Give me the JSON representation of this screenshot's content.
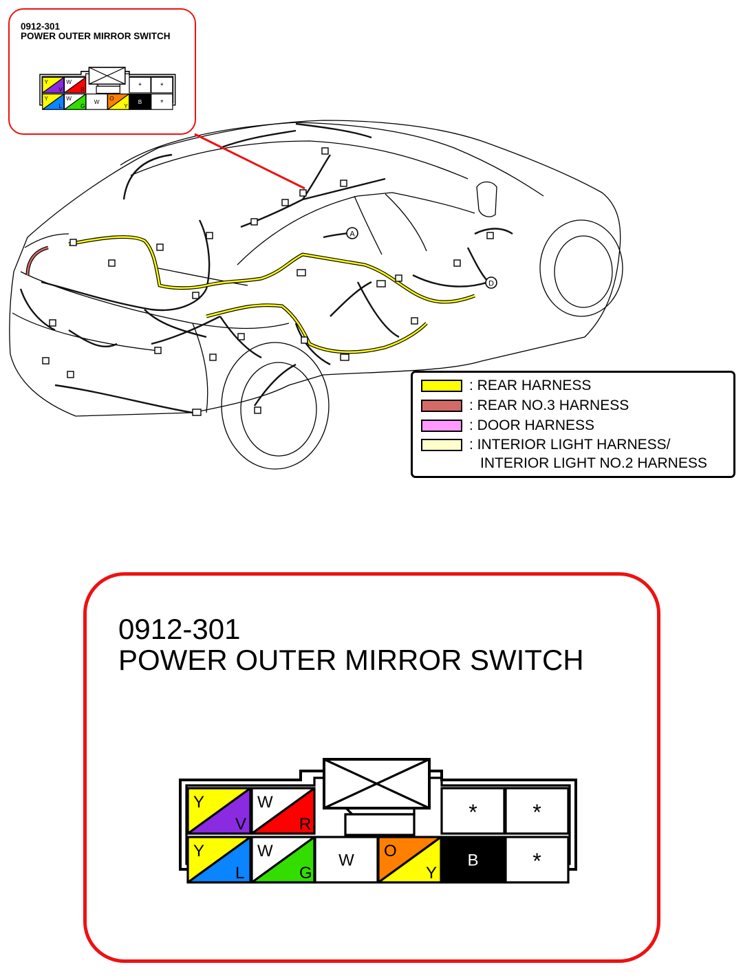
{
  "callout": {
    "code": "0912-301",
    "name": "POWER OUTER MIRROR SWITCH"
  },
  "legend": {
    "items": [
      {
        "label": ": REAR HARNESS",
        "color": "#ffff00"
      },
      {
        "label": ": REAR NO.3 HARNESS",
        "color": "#d46a66"
      },
      {
        "label": ": DOOR HARNESS",
        "color": "#ff99ff"
      },
      {
        "label": ": INTERIOR LIGHT HARNESS/",
        "color": "#ffffcc"
      }
    ],
    "continuation": "INTERIOR LIGHT NO.2 HARNESS"
  },
  "markers": {
    "a": "A",
    "d": "D"
  },
  "connector": {
    "top_row": [
      {
        "type": "split",
        "top": "Y",
        "top_color": "#ffff00",
        "bottom": "V",
        "bottom_color": "#8a2be2"
      },
      {
        "type": "split",
        "top": "W",
        "top_color": "#ffffff",
        "bottom": "R",
        "bottom_color": "#ff0000"
      },
      {
        "type": "star",
        "label": "*"
      },
      {
        "type": "star",
        "label": "*"
      }
    ],
    "bottom_row": [
      {
        "type": "split",
        "top": "Y",
        "top_color": "#ffff00",
        "bottom": "L",
        "bottom_color": "#0a84ff"
      },
      {
        "type": "split",
        "top": "W",
        "top_color": "#ffffff",
        "bottom": "G",
        "bottom_color": "#33dd00"
      },
      {
        "type": "solid",
        "label": "W",
        "color": "#ffffff"
      },
      {
        "type": "split",
        "top": "O",
        "top_color": "#ff8000",
        "bottom": "Y",
        "bottom_color": "#ffff00"
      },
      {
        "type": "solid",
        "label": "B",
        "color": "#000000"
      },
      {
        "type": "star",
        "label": "*"
      }
    ]
  }
}
